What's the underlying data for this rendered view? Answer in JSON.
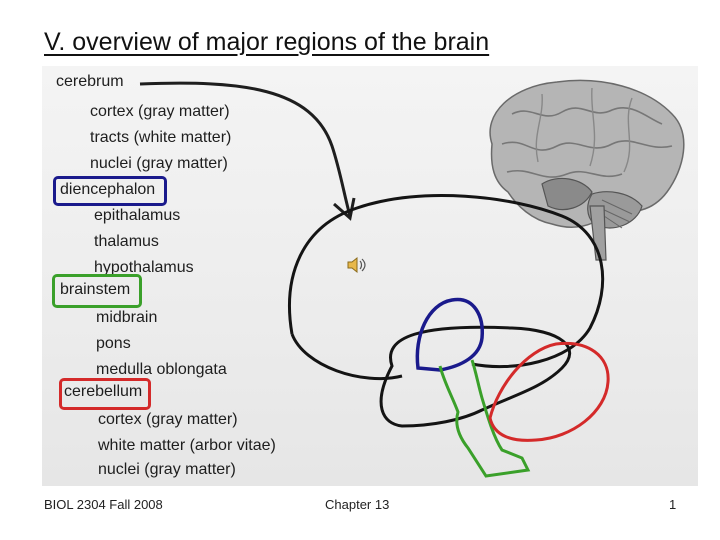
{
  "slide": {
    "title": "V.  overview of major regions of the brain"
  },
  "outline": {
    "cerebrum": {
      "label": "cerebrum",
      "items": [
        "cortex (gray matter)",
        "tracts (white matter)",
        "nuclei (gray matter)"
      ]
    },
    "diencephalon": {
      "label": "diencephalon",
      "circle_color": "#1a1a8c",
      "items": [
        "epithalamus",
        "thalamus",
        "hypothalamus"
      ]
    },
    "brainstem": {
      "label": "brainstem",
      "circle_color": "#3aa02a",
      "items": [
        "midbrain",
        "pons",
        "medulla oblongata"
      ]
    },
    "cerebellum": {
      "label": "cerebellum",
      "circle_color": "#d42a2a",
      "items": [
        "cortex (gray matter)",
        "white matter (arbor vitae)",
        "nuclei (gray matter)"
      ]
    }
  },
  "icons": {
    "speaker": "speaker-icon",
    "brain_photo": "brain-illustration"
  },
  "footer": {
    "left": "BIOL 2304 Fall 2008",
    "center": "Chapter 13",
    "page_number": "1"
  }
}
